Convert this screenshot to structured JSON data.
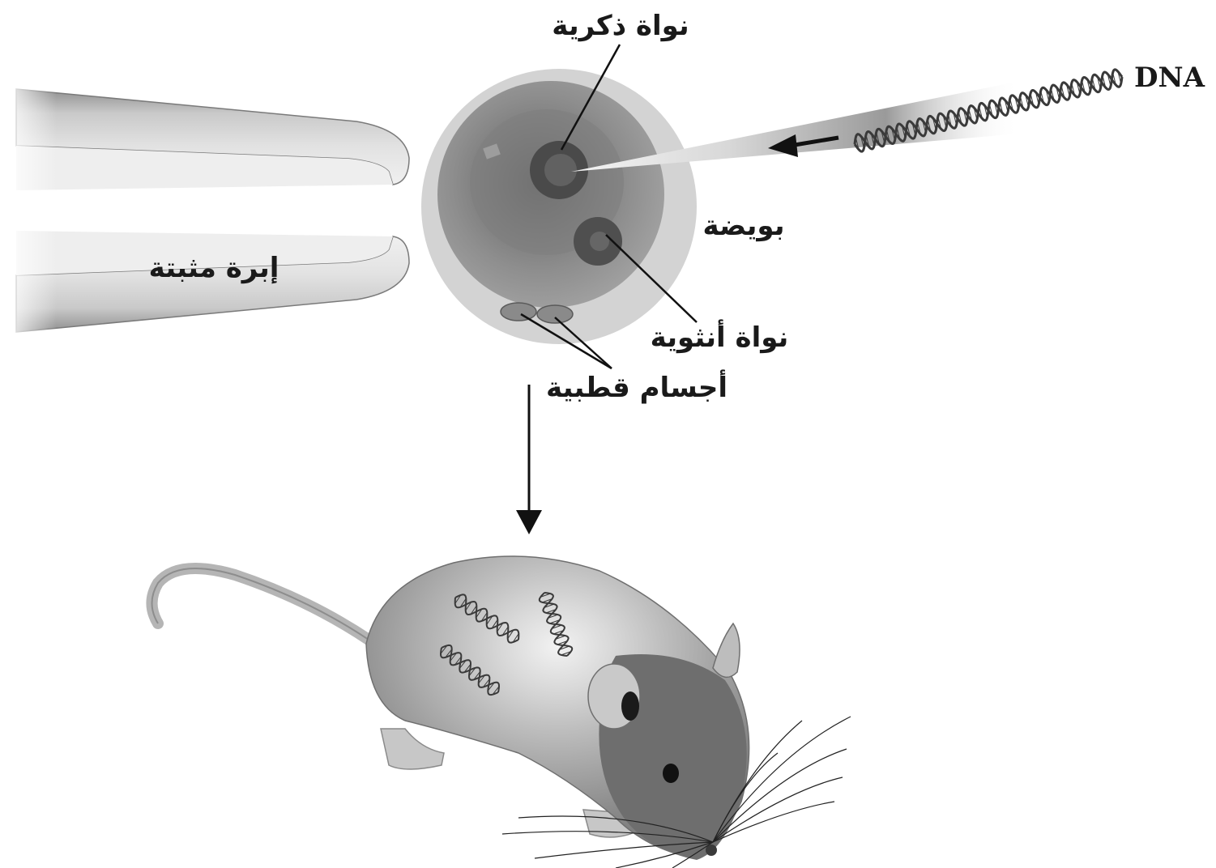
{
  "labels": {
    "male_nucleus": "نواة ذكرية",
    "dna": "DNA",
    "egg": "بويضة",
    "holding_needle": "إبرة مثبتة",
    "female_nucleus": "نواة أنثوية",
    "polar_bodies": "أجسام قطبية"
  }
}
